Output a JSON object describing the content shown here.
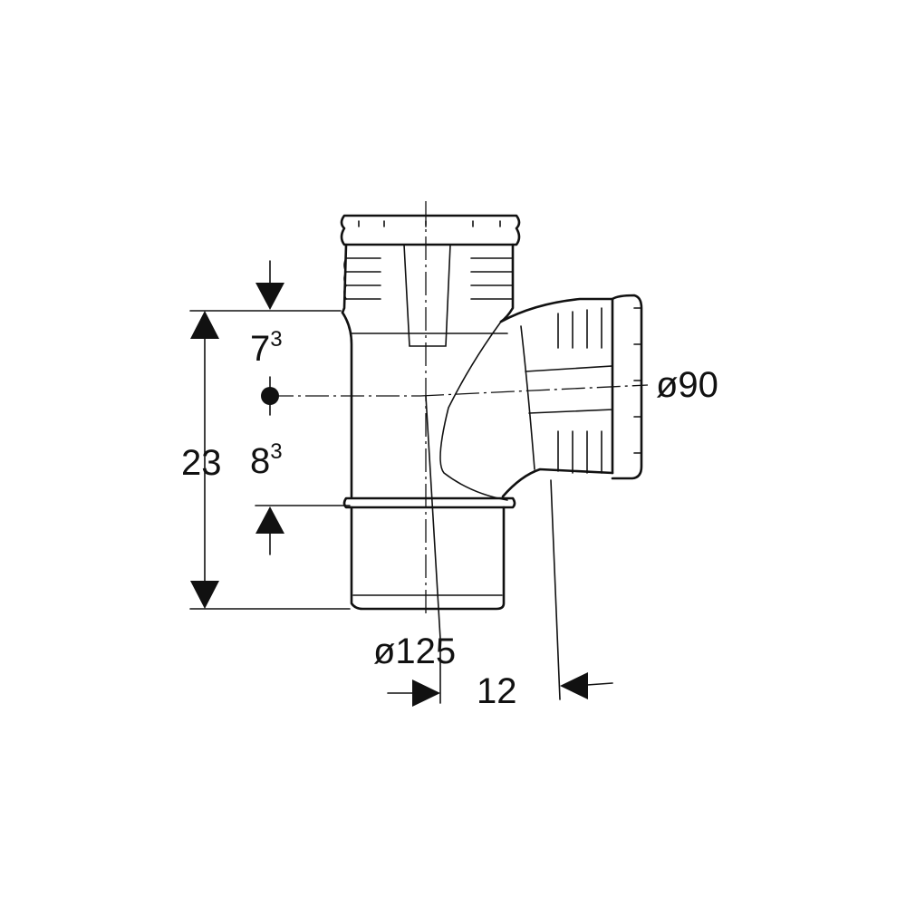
{
  "dimensions": {
    "total_height": "23",
    "upper_offset": {
      "base": "7",
      "sup": "3"
    },
    "lower_offset": {
      "base": "8",
      "sup": "3"
    },
    "main_diameter": "ø125",
    "branch_diameter": "ø90",
    "branch_offset": "12"
  }
}
